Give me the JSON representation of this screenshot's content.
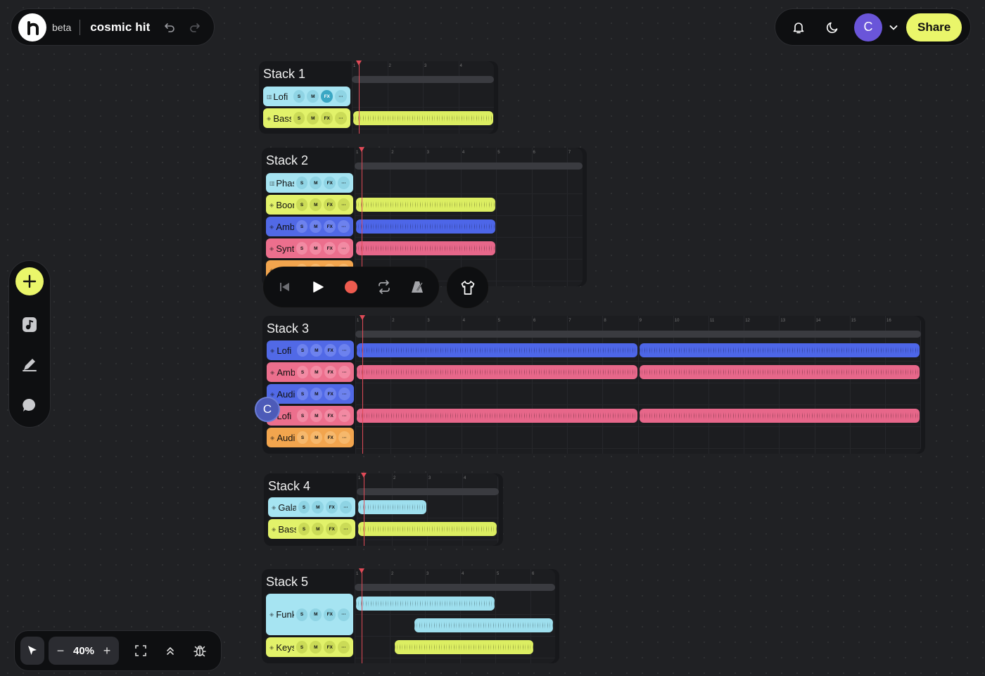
{
  "header": {
    "beta_label": "beta",
    "project_name": "cosmic hit",
    "user_initial": "C",
    "share_label": "Share"
  },
  "icons": {
    "logo": "logo-icon",
    "undo": "undo-icon",
    "redo": "redo-icon",
    "bell": "bell-icon",
    "moon": "moon-icon",
    "chevron": "chevron-down-icon",
    "add": "plus-icon",
    "music": "music-file-icon",
    "pen": "pen-icon",
    "comment": "chat-bubble-icon",
    "cursor": "cursor-icon",
    "fullscreen": "fullscreen-icon",
    "collapse": "chevrons-up-icon",
    "bug": "bug-icon",
    "skip_back": "skip-back-icon",
    "play": "play-icon",
    "record": "record-icon",
    "loop": "loop-icon",
    "metronome": "metronome-icon",
    "shirt": "shirt-icon"
  },
  "zoom": {
    "minus": "−",
    "value": "40%",
    "plus": "+"
  },
  "colors": {
    "accent": "#eaf66a",
    "cyan": "#a6e4f2",
    "yellow": "#e2f26a",
    "blue": "#5169e6",
    "pink": "#ec6f8d",
    "orange": "#f2a54e",
    "playhead": "#e04a57",
    "avatar": "#6a55d9"
  },
  "track_buttons": {
    "solo": "S",
    "mute": "M",
    "fx": "FX",
    "more": "···"
  },
  "collaborator": {
    "initial": "C"
  },
  "stacks": [
    {
      "title": "Stack 1",
      "bars": [
        "1",
        "2",
        "3",
        "4"
      ],
      "tracks": [
        {
          "name": "Lofi",
          "type": "midi",
          "color": "cyan",
          "fx_on": true,
          "clips": []
        },
        {
          "name": "Bass",
          "type": "audio",
          "color": "yellow",
          "clips": [
            {
              "start": 0,
              "end": 4
            }
          ]
        }
      ]
    },
    {
      "title": "Stack 2",
      "bars": [
        "1",
        "2",
        "3",
        "4",
        "5",
        "6",
        "7"
      ],
      "tracks": [
        {
          "name": "Phase",
          "type": "midi",
          "color": "cyan",
          "clips": []
        },
        {
          "name": "Boom",
          "type": "audio",
          "color": "yellow",
          "clips": [
            {
              "start": 0,
              "end": 4
            }
          ]
        },
        {
          "name": "Ambient",
          "type": "audio",
          "color": "blue",
          "clips": [
            {
              "start": 0,
              "end": 4
            }
          ]
        },
        {
          "name": "Synth",
          "type": "audio",
          "color": "pink",
          "clips": [
            {
              "start": 0,
              "end": 4
            }
          ]
        },
        {
          "name": "",
          "type": "audio",
          "color": "orange",
          "clips": []
        }
      ]
    },
    {
      "title": "Stack 3",
      "bars": [
        "1",
        "2",
        "3",
        "4",
        "5",
        "6",
        "7",
        "8",
        "9",
        "10",
        "11",
        "12",
        "13",
        "14",
        "15",
        "16"
      ],
      "tracks": [
        {
          "name": "Lofi",
          "type": "audio",
          "color": "blue",
          "clips": [
            {
              "start": 0,
              "end": 8
            },
            {
              "start": 8,
              "end": 16
            }
          ]
        },
        {
          "name": "Ambient",
          "type": "audio",
          "color": "pink",
          "clips": [
            {
              "start": 0,
              "end": 8
            },
            {
              "start": 8,
              "end": 16
            }
          ]
        },
        {
          "name": "Audio",
          "type": "audio",
          "color": "blue",
          "clips": []
        },
        {
          "name": "Lofi",
          "type": "audio",
          "color": "pink",
          "clips": [
            {
              "start": 0,
              "end": 8
            },
            {
              "start": 8,
              "end": 16
            }
          ]
        },
        {
          "name": "Audio",
          "type": "audio",
          "color": "orange",
          "clips": []
        }
      ]
    },
    {
      "title": "Stack 4",
      "bars": [
        "1",
        "2",
        "3",
        "4"
      ],
      "tracks": [
        {
          "name": "Galaxy",
          "type": "audio",
          "color": "cyan",
          "clips": [
            {
              "start": 0,
              "end": 2
            }
          ]
        },
        {
          "name": "Bass",
          "type": "audio",
          "color": "yellow",
          "clips": [
            {
              "start": 0,
              "end": 4
            }
          ]
        }
      ]
    },
    {
      "title": "Stack 5",
      "bars": [
        "1",
        "2",
        "3",
        "4",
        "5",
        "6"
      ],
      "tracks": [
        {
          "name": "Funk",
          "type": "audio",
          "color": "cyan",
          "lanes": 2,
          "clips": [
            {
              "start": 0,
              "end": 4,
              "lane": 0
            },
            {
              "start": 1.65,
              "end": 5.65,
              "lane": 1
            }
          ]
        },
        {
          "name": "Keys",
          "type": "audio",
          "color": "yellow",
          "clips": [
            {
              "start": 1.1,
              "end": 5.1
            }
          ]
        }
      ]
    }
  ]
}
